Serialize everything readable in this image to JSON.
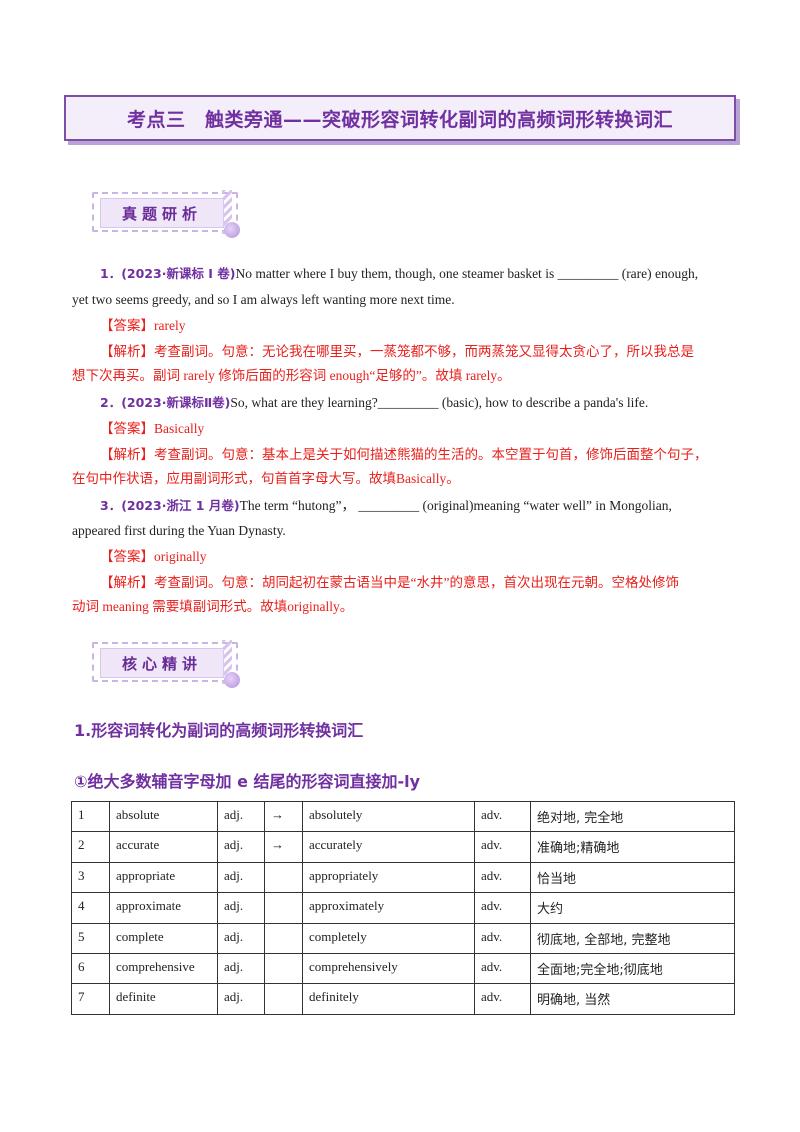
{
  "header": {
    "title": "考点三　触类旁通——突破形容词转化副词的高频词形转换词汇"
  },
  "badges": {
    "real": "真题研析",
    "core": "核心精讲"
  },
  "questions": [
    {
      "num": "1．(2023·新课标 I 卷)",
      "text1": "No matter where I buy them, though, one steamer basket is  _________  (rare) enough,",
      "text2": "yet two seems greedy, and so I am always left wanting more next time.",
      "answer": "【答案】rarely",
      "analysis1": "【解析】考查副词。句意：无论我在哪里买，一蒸笼都不够，而两蒸笼又显得太贪心了，所以我总是",
      "analysis2": "想下次再买。副词 rarely 修饰后面的形容词  enough“足够的”。故填 rarely。"
    },
    {
      "num": "2．(2023·新课标Ⅱ卷)",
      "text1": "So, what are they learning?_________ (basic), how to describe a panda's life.",
      "answer": "【答案】Basically",
      "analysis1": "【解析】考查副词。句意：基本上是关于如何描述熊猫的生活的。本空置于句首，修饰后面整个句子，",
      "analysis2": "在句中作状语，应用副词形式，句首首字母大写。故填Basically。"
    },
    {
      "num": "3．(2023·浙江 1 月卷)",
      "text1": "The term “hutong”，   _________  (original)meaning “water well” in Mongolian,",
      "text2": "appeared first during the Yuan Dynasty.",
      "answer": "【答案】originally",
      "analysis1": "【解析】考查副词。句意：胡同起初在蒙古语当中是“水井”的意思，首次出现在元朝。空格处修饰",
      "analysis2": "动词 meaning 需要填副词形式。故填originally。"
    }
  ],
  "section": {
    "heading": "1.形容词转化为副词的高频词形转换词汇",
    "subheading": "①绝大多数辅音字母加 e 结尾的形容词直接加-ly"
  },
  "table": {
    "rows": [
      [
        "1",
        "absolute",
        "adj.",
        "→",
        "absolutely",
        "adv.",
        "绝对地, 完全地"
      ],
      [
        "2",
        "accurate",
        "adj.",
        "→",
        "accurately",
        "adv.",
        "准确地;精确地"
      ],
      [
        "3",
        "appropriate",
        "adj.",
        "",
        "appropriately",
        "adv.",
        "恰当地"
      ],
      [
        "4",
        "approximate",
        "adj.",
        "",
        "approximately",
        "adv.",
        "大约"
      ],
      [
        "5",
        "complete",
        "adj.",
        "",
        "completely",
        "adv.",
        "彻底地, 全部地, 完整地"
      ],
      [
        "6",
        "comprehensive",
        "adj.",
        "",
        "comprehensively",
        "adv.",
        "全面地;完全地;彻底地"
      ],
      [
        "7",
        "definite",
        "adj.",
        "",
        "definitely",
        "adv.",
        "明确地, 当然"
      ]
    ]
  }
}
